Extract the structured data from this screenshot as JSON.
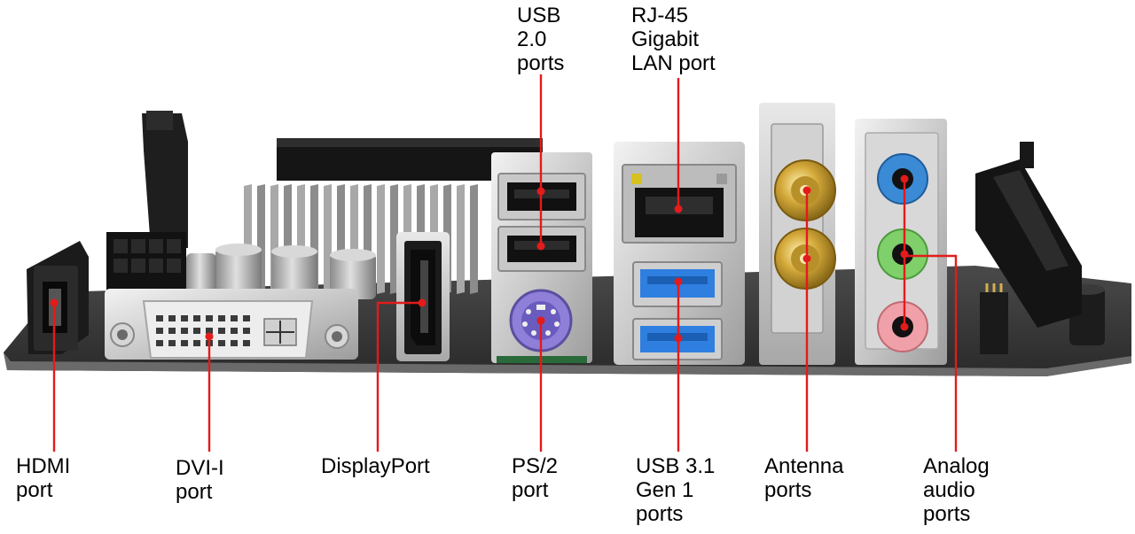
{
  "labels": {
    "usb20": "USB\n2.0\nports",
    "rj45": "RJ-45\nGigabit\nLAN port",
    "hdmi": "HDMI\nport",
    "dvi": "DVI-I\nport",
    "displayport": "DisplayPort",
    "ps2": "PS/2\nport",
    "usb31": "USB 3.1\nGen 1\nports",
    "antenna": "Antenna\nports",
    "audio": "Analog\naudio\nports"
  },
  "colors": {
    "leader": "#e31b1b",
    "board": "#3a3a3a",
    "usb3_blue": "#2f7fe0",
    "audio_blue": "#3a8ad6",
    "audio_green": "#7fcf6a",
    "audio_pink": "#f0a0a8",
    "ps2_purple": "#8f7fd8",
    "gold": "#d4a93a"
  }
}
